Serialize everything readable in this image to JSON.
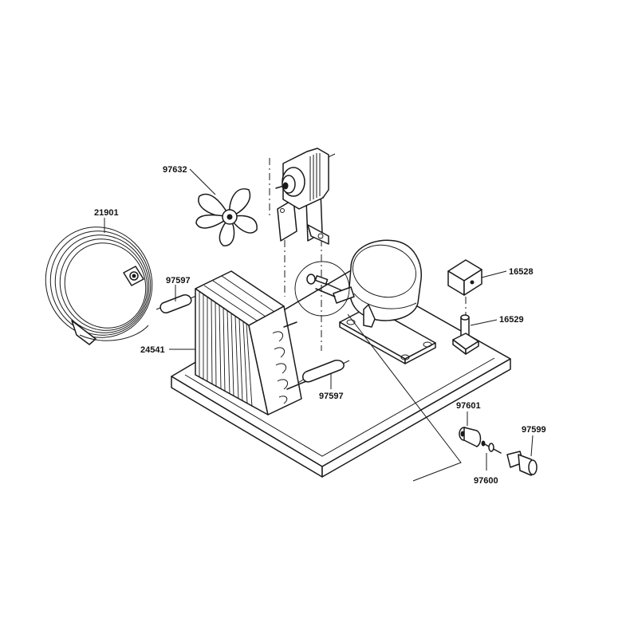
{
  "diagram": {
    "parts": [
      {
        "id": "p-97632",
        "number": "97632",
        "name": "fan-blade"
      },
      {
        "id": "p-21901",
        "number": "21901",
        "name": "capillary-coil"
      },
      {
        "id": "p-97597a",
        "number": "97597",
        "name": "filter-drier"
      },
      {
        "id": "p-24541",
        "number": "24541",
        "name": "condenser"
      },
      {
        "id": "p-97597b",
        "number": "97597",
        "name": "filter-drier"
      },
      {
        "id": "p-16528",
        "number": "16528",
        "name": "relay-box"
      },
      {
        "id": "p-16529",
        "number": "16529",
        "name": "service-valve"
      },
      {
        "id": "p-97601",
        "number": "97601",
        "name": "valve-cap"
      },
      {
        "id": "p-97599",
        "number": "97599",
        "name": "adapter-fitting"
      },
      {
        "id": "p-97600",
        "number": "97600",
        "name": "valve-core"
      }
    ]
  }
}
